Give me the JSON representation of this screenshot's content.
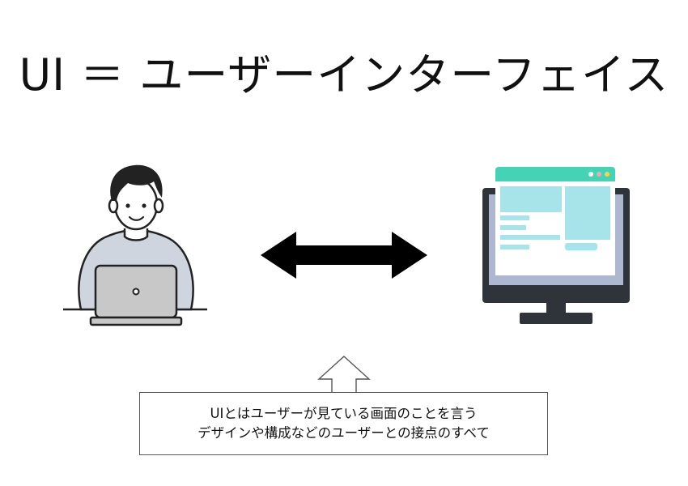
{
  "title": "UI ＝ ユーザーインターフェイス",
  "callout": {
    "line1": "UIとはユーザーが見ている画面のことを言う",
    "line2": "デザインや構成などのユーザーとの接点のすべて"
  },
  "icons": {
    "person": "person-with-laptop-icon",
    "arrow": "double-headed-arrow-icon",
    "monitor": "desktop-monitor-icon",
    "pointer": "up-arrow-outline-icon"
  },
  "colors": {
    "sweater": "#cfd5de",
    "laptop": "#c8c8c8",
    "browser_bar": "#45d3b5",
    "panel": "#a7e4ea",
    "monitor_frame": "#2f343b",
    "screen_bg": "#aeb7d0"
  }
}
